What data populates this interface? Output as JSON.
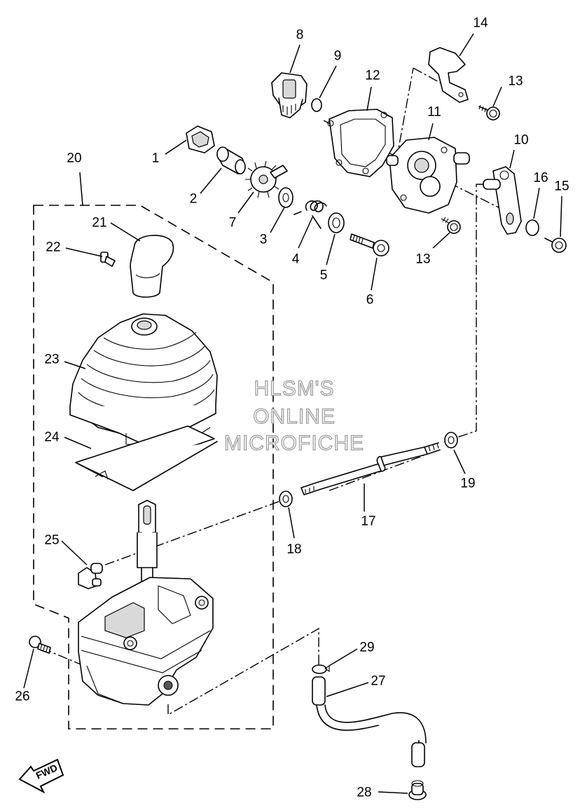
{
  "watermark": {
    "line1": "HLSM'S",
    "line2": "ONLINE",
    "line3": "MICROFICHE"
  },
  "direction_label": "FWD",
  "callouts": [
    {
      "id": "1",
      "label": "1"
    },
    {
      "id": "2",
      "label": "2"
    },
    {
      "id": "3",
      "label": "3"
    },
    {
      "id": "4",
      "label": "4"
    },
    {
      "id": "5",
      "label": "5"
    },
    {
      "id": "6",
      "label": "6"
    },
    {
      "id": "7",
      "label": "7"
    },
    {
      "id": "8",
      "label": "8"
    },
    {
      "id": "9",
      "label": "9"
    },
    {
      "id": "10",
      "label": "10"
    },
    {
      "id": "11",
      "label": "11"
    },
    {
      "id": "12",
      "label": "12"
    },
    {
      "id": "13a",
      "label": "13"
    },
    {
      "id": "13b",
      "label": "13"
    },
    {
      "id": "14",
      "label": "14"
    },
    {
      "id": "15",
      "label": "15"
    },
    {
      "id": "16",
      "label": "16"
    },
    {
      "id": "17",
      "label": "17"
    },
    {
      "id": "18",
      "label": "18"
    },
    {
      "id": "19",
      "label": "19"
    },
    {
      "id": "20",
      "label": "20"
    },
    {
      "id": "21",
      "label": "21"
    },
    {
      "id": "22",
      "label": "22"
    },
    {
      "id": "23",
      "label": "23"
    },
    {
      "id": "24",
      "label": "24"
    },
    {
      "id": "25",
      "label": "25"
    },
    {
      "id": "26",
      "label": "26"
    },
    {
      "id": "27",
      "label": "27"
    },
    {
      "id": "28",
      "label": "28"
    },
    {
      "id": "29",
      "label": "29"
    }
  ]
}
